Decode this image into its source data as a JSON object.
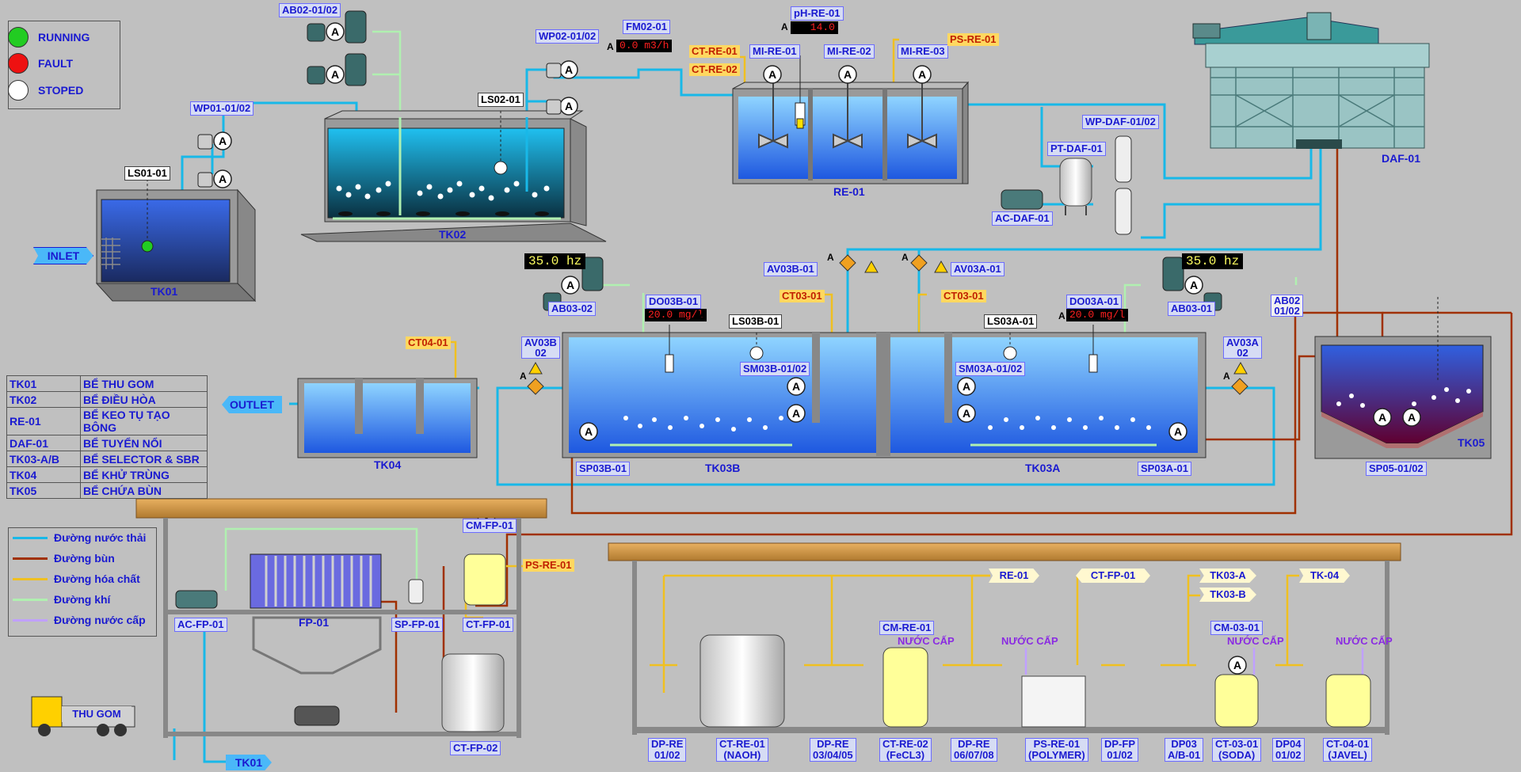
{
  "status_legend": [
    {
      "label": "RUNNING",
      "color": "#22cc22"
    },
    {
      "label": "FAULT",
      "color": "#ee1111"
    },
    {
      "label": "STOPED",
      "color": "#ffffff"
    }
  ],
  "equipment": {
    "ab02_01_02": "AB02-01/02",
    "wp02_01_02": "WP02-01/02",
    "fm02_01": "FM02-01",
    "ph_re_01": "pH-RE-01",
    "ct_re_01": "CT-RE-01",
    "ct_re_02": "CT-RE-02",
    "mi_re_01": "MI-RE-01",
    "mi_re_02": "MI-RE-02",
    "mi_re_03": "MI-RE-03",
    "ps_re_01": "PS-RE-01",
    "wp01_01_02": "WP01-01/02",
    "ls02_01": "LS02-01",
    "ls01_01": "LS01-01",
    "wp_daf_01_02": "WP-DAF-01/02",
    "pt_daf_01": "PT-DAF-01",
    "ac_daf_01": "AC-DAF-01",
    "av03b_01": "AV03B-01",
    "av03a_01": "AV03A-01",
    "ab03_02": "AB03-02",
    "ab03_01": "AB03-01",
    "do03b_01": "DO03B-01",
    "do03a_01": "DO03A-01",
    "ct03_01_b": "CT03-01",
    "ct03_01_a": "CT03-01",
    "ls03b_01": "LS03B-01",
    "ls03a_01": "LS03A-01",
    "sm03b": "SM03B-01/02",
    "sm03a": "SM03A-01/02",
    "ct04_01": "CT04-01",
    "av03b_02": "AV03B\n02",
    "av03a_02": "AV03A\n02",
    "ab02_01_02_b": "AB02\n01/02",
    "sp03b_01": "SP03B-01",
    "sp03a_01": "SP03A-01",
    "sp05": "SP05-01/02",
    "cm_fp_01": "CM-FP-01",
    "ps_re_01_b": "PS-RE-01",
    "ac_fp_01": "AC-FP-01",
    "sp_fp_01": "SP-FP-01",
    "ct_fp_01": "CT-FP-01",
    "ct_fp_02": "CT-FP-02",
    "fp_01": "FP-01",
    "cm_re_01": "CM-RE-01",
    "cm_03_01": "CM-03-01"
  },
  "tanks": {
    "tk01": "TK01",
    "tk02": "TK02",
    "re01": "RE-01",
    "daf01": "DAF-01",
    "tk03b": "TK03B",
    "tk03a": "TK03A",
    "tk04": "TK04",
    "tk05": "TK05"
  },
  "arrows": {
    "inlet": "INLET",
    "outlet": "OUTLET",
    "tk01_out": "TK01",
    "re01": "RE-01",
    "ct_fp": "CT-FP-01",
    "tk03a": "TK03-A",
    "tk03b": "TK03-B",
    "tk04": "TK-04",
    "thu_gom": "THU GOM"
  },
  "readouts": {
    "fm02_value": "0.0 m3/h",
    "ph_value": "14.0",
    "do03b_value": "20.0 mg/l",
    "do03a_value": "20.0 mg/l",
    "ab03_02_hz": "35.0 hz",
    "ab03_01_hz": "35.0 hz",
    "mode": "A"
  },
  "nuoc_cap": "NƯỚC CẤP",
  "dosing_labels": [
    "DP-RE\n01/02",
    "CT-RE-01\n(NAOH)",
    "DP-RE\n03/04/05",
    "CT-RE-02\n(FeCL3)",
    "DP-RE\n06/07/08",
    "PS-RE-01\n(POLYMER)",
    "DP-FP\n01/02",
    "DP03\nA/B-01",
    "CT-03-01\n(SODA)",
    "DP04\n01/02",
    "CT-04-01\n(JAVEL)"
  ],
  "tank_table": [
    {
      "code": "TK01",
      "name": "BỂ THU GOM"
    },
    {
      "code": "TK02",
      "name": "BỂ ĐIỀU HÒA"
    },
    {
      "code": "RE-01",
      "name": "BỂ KEO TỤ TẠO BÔNG"
    },
    {
      "code": "DAF-01",
      "name": "BỂ TUYỂN NỔI"
    },
    {
      "code": "TK03-A/B",
      "name": "BỂ SELECTOR & SBR"
    },
    {
      "code": "TK04",
      "name": "BỂ KHỬ TRÙNG"
    },
    {
      "code": "TK05",
      "name": "BỂ CHỨA BÙN"
    }
  ],
  "line_legend": [
    {
      "label": "Đường nước thải",
      "color": "#18b8e8"
    },
    {
      "label": "Đường bùn",
      "color": "#a03000"
    },
    {
      "label": "Đường hóa chất",
      "color": "#f0c020"
    },
    {
      "label": "Đường khí",
      "color": "#b0f0b0"
    },
    {
      "label": "Đường nước cấp",
      "color": "#c0a0ff"
    }
  ]
}
